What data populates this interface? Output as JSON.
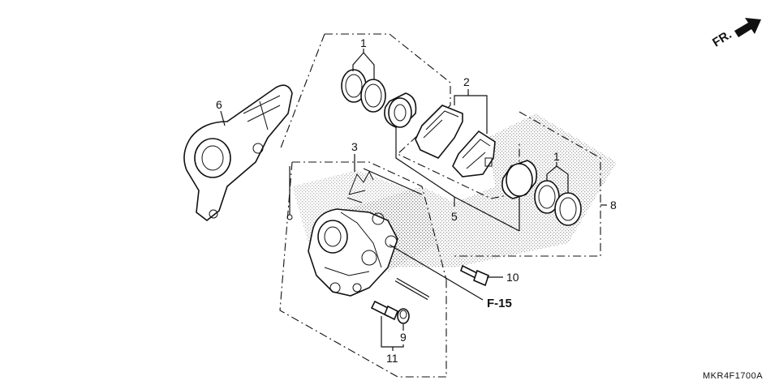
{
  "orientation": {
    "label": "FR."
  },
  "callouts": {
    "c1a": "1",
    "c1b": "1",
    "c2": "2",
    "c3": "3",
    "c5": "5",
    "c6": "6",
    "c8": "8",
    "c9": "9",
    "c10": "10",
    "c11": "11"
  },
  "reference": {
    "label": "F-15"
  },
  "diagram_code": "MKR4F1700A"
}
